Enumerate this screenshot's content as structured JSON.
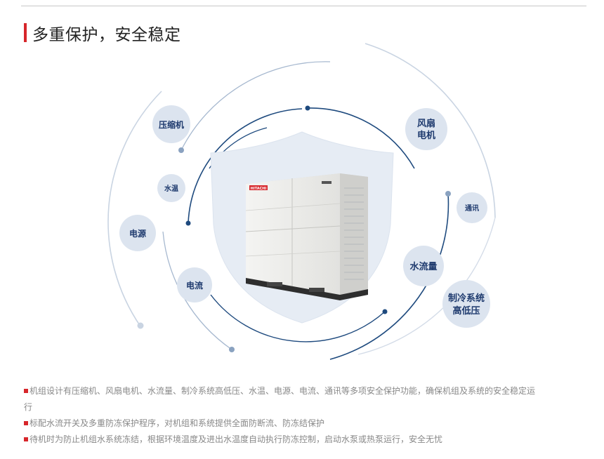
{
  "header": {
    "title": "多重保护，安全稳定"
  },
  "diagram": {
    "product_brand": "HITACHI",
    "badges": [
      {
        "id": "compressor",
        "lines": [
          "压缩机"
        ]
      },
      {
        "id": "water-temp",
        "lines": [
          "水温"
        ]
      },
      {
        "id": "power",
        "lines": [
          "电源"
        ]
      },
      {
        "id": "current",
        "lines": [
          "电流"
        ]
      },
      {
        "id": "fan-motor",
        "lines": [
          "风扇",
          "电机"
        ]
      },
      {
        "id": "communication",
        "lines": [
          "通讯"
        ]
      },
      {
        "id": "water-flow",
        "lines": [
          "水流量"
        ]
      },
      {
        "id": "refrigerant-pressure",
        "lines": [
          "制冷系统",
          "高低压"
        ]
      }
    ]
  },
  "notes": [
    {
      "line1": "机组设计有压缩机、风扇电机、水流量、制冷系统高低压、水温、电源、电流、通讯等多项安全保护功能，确保机组及系统的安全稳定运",
      "line2": "行"
    },
    {
      "line1": "标配水流开关及多重防冻保护程序，对机组和系统提供全面防断流、防冻结保护"
    },
    {
      "line1": "待机时为防止机组水系统冻结，根据环境温度及进出水温度自动执行防冻控制，启动水泵或热泵运行，安全无忧"
    }
  ],
  "colors": {
    "accent_red": "#d7262b",
    "arc_blue": "#1e4a7e",
    "bubble_fill": "#dce4ef",
    "shield_fill": "#e6ecf4"
  }
}
